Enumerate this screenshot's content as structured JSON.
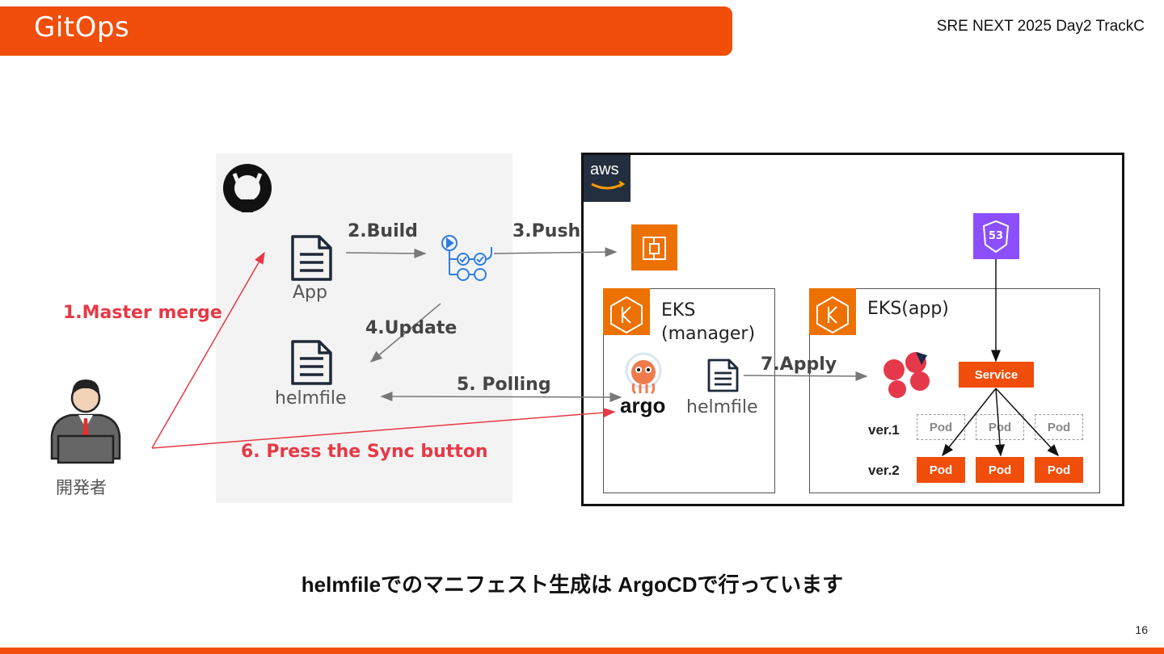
{
  "header": {
    "title": "GitOps",
    "event": "SRE NEXT 2025 Day2 TrackC"
  },
  "diagram": {
    "github": {
      "app_label": "App",
      "helmfile_label": "helmfile"
    },
    "aws": {
      "badge": "aws",
      "eks_manager_title": "EKS\n(manager)",
      "eks_app_title": "EKS(app)",
      "argo_label": "argo",
      "manager_helmfile_label": "helmfile",
      "route53_label": "53",
      "service_label": "Service",
      "ver1_label": "ver.1",
      "ver2_label": "ver.2",
      "pods_v1": [
        "Pod",
        "Pod",
        "Pod"
      ],
      "pods_v2": [
        "Pod",
        "Pod",
        "Pod"
      ]
    },
    "developer_label": "開発者",
    "steps": {
      "s1": "1.Master merge",
      "s2": "2.Build",
      "s3": "3.Push",
      "s4": "4.Update",
      "s5": "5. Polling",
      "s6": "6. Press the Sync button",
      "s7": "7.Apply"
    }
  },
  "footer": {
    "message": "helmfileでのマニフェスト生成は  ArgoCDで行っています",
    "page_number": "16"
  },
  "colors": {
    "accent": "#f04e0a",
    "aws_orange": "#ed7100",
    "step_red": "#e63946",
    "route53_purple": "#8c4fff"
  }
}
